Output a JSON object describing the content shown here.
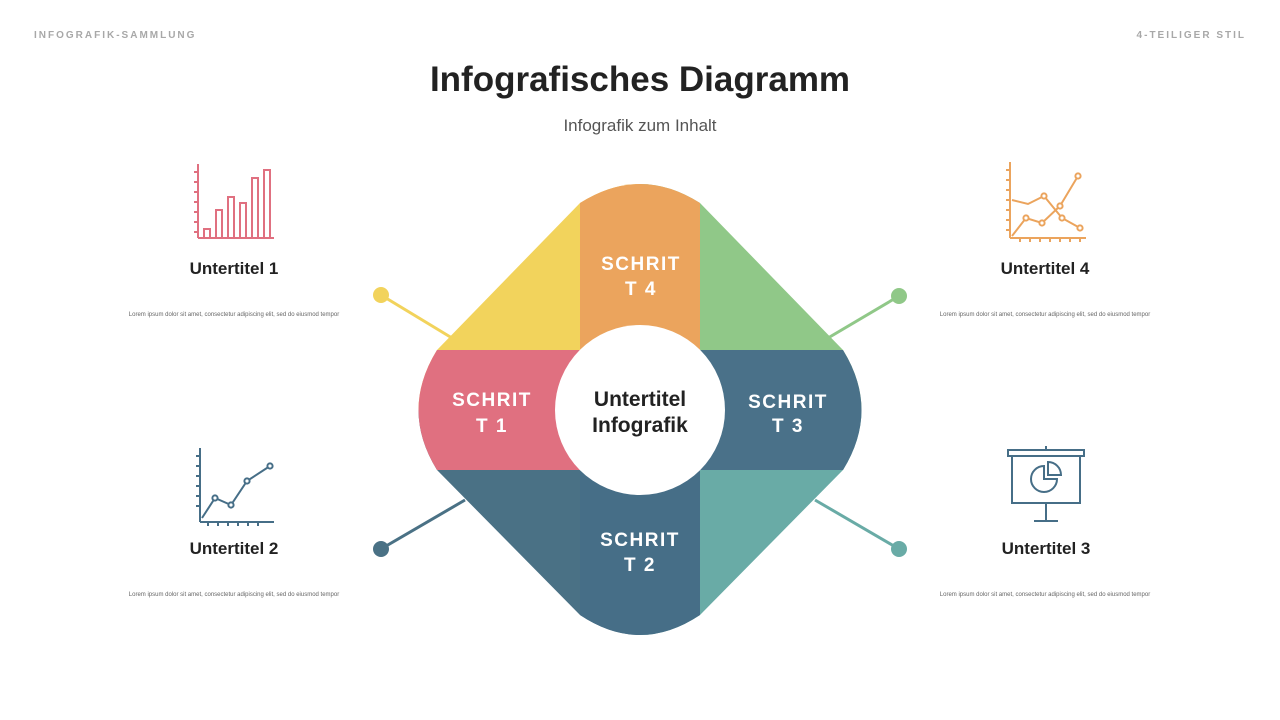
{
  "header": {
    "left_label": "INFOGRAFIK-SAMMLUNG",
    "right_label": "4-TEILIGER STIL",
    "title": "Infografisches Diagramm",
    "subtitle": "Infografik zum Inhalt"
  },
  "center": {
    "line1": "Untertitel",
    "line2": "Infografik"
  },
  "steps": [
    {
      "line1": "SCHRIT",
      "line2": "T 1",
      "color": "#E07080"
    },
    {
      "line1": "SCHRIT",
      "line2": "T 2",
      "color": "#466E87"
    },
    {
      "line1": "SCHRIT",
      "line2": "T 3",
      "color": "#4A7189"
    },
    {
      "line1": "SCHRIT",
      "line2": "T 4",
      "color": "#EBA45D"
    }
  ],
  "quadrant_colors": {
    "top_left": "#F2D35C",
    "top_right": "#90C888",
    "bottom_left": "#4A7185",
    "bottom_right": "#69ABA6"
  },
  "items": [
    {
      "title": "Untertitel 1",
      "text": "Lorem ipsum dolor sit amet, consectetur adipiscing elit, sed do eiusmod tempor",
      "icon": "bar-chart-icon",
      "color": "#E07080"
    },
    {
      "title": "Untertitel 2",
      "text": "Lorem ipsum dolor sit amet, consectetur adipiscing elit, sed do eiusmod tempor",
      "icon": "line-chart-icon",
      "color": "#466E87"
    },
    {
      "title": "Untertitel 3",
      "text": "Lorem ipsum dolor sit amet, consectetur adipiscing elit, sed do eiusmod tempor",
      "icon": "presentation-pie-icon",
      "color": "#466E87"
    },
    {
      "title": "Untertitel 4",
      "text": "Lorem ipsum dolor sit amet, consectetur adipiscing elit, sed do eiusmod tempor",
      "icon": "multi-line-chart-icon",
      "color": "#EBA45D"
    }
  ]
}
